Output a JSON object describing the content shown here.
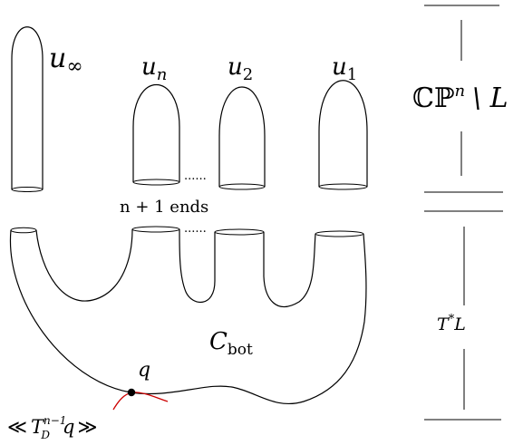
{
  "labels": {
    "u_infinity": {
      "base": "u",
      "sub": "∞"
    },
    "u_n": {
      "base": "u",
      "sub": "n"
    },
    "u_2": {
      "base": "u",
      "sub": "2"
    },
    "u_1": {
      "base": "u",
      "sub": "1"
    },
    "ends_text": "n + 1 ends",
    "c_bot": {
      "base": "C",
      "sub": "bot"
    },
    "point_q": "q",
    "tangency": {
      "open": "≪",
      "script_t": "T",
      "sup": "n−1",
      "sub": "D",
      "var": "q",
      "close": "≫"
    },
    "top_level": {
      "cp": "ℂℙ",
      "sup": "n",
      "minus": "\\ L"
    },
    "bottom_level": {
      "base": "T",
      "sup": "*",
      "var": "L"
    },
    "dots_top": "......",
    "dots_bottom": "......"
  },
  "colors": {
    "line": "#000000",
    "tangency_curve": "#cc0000",
    "point": "#000000"
  }
}
